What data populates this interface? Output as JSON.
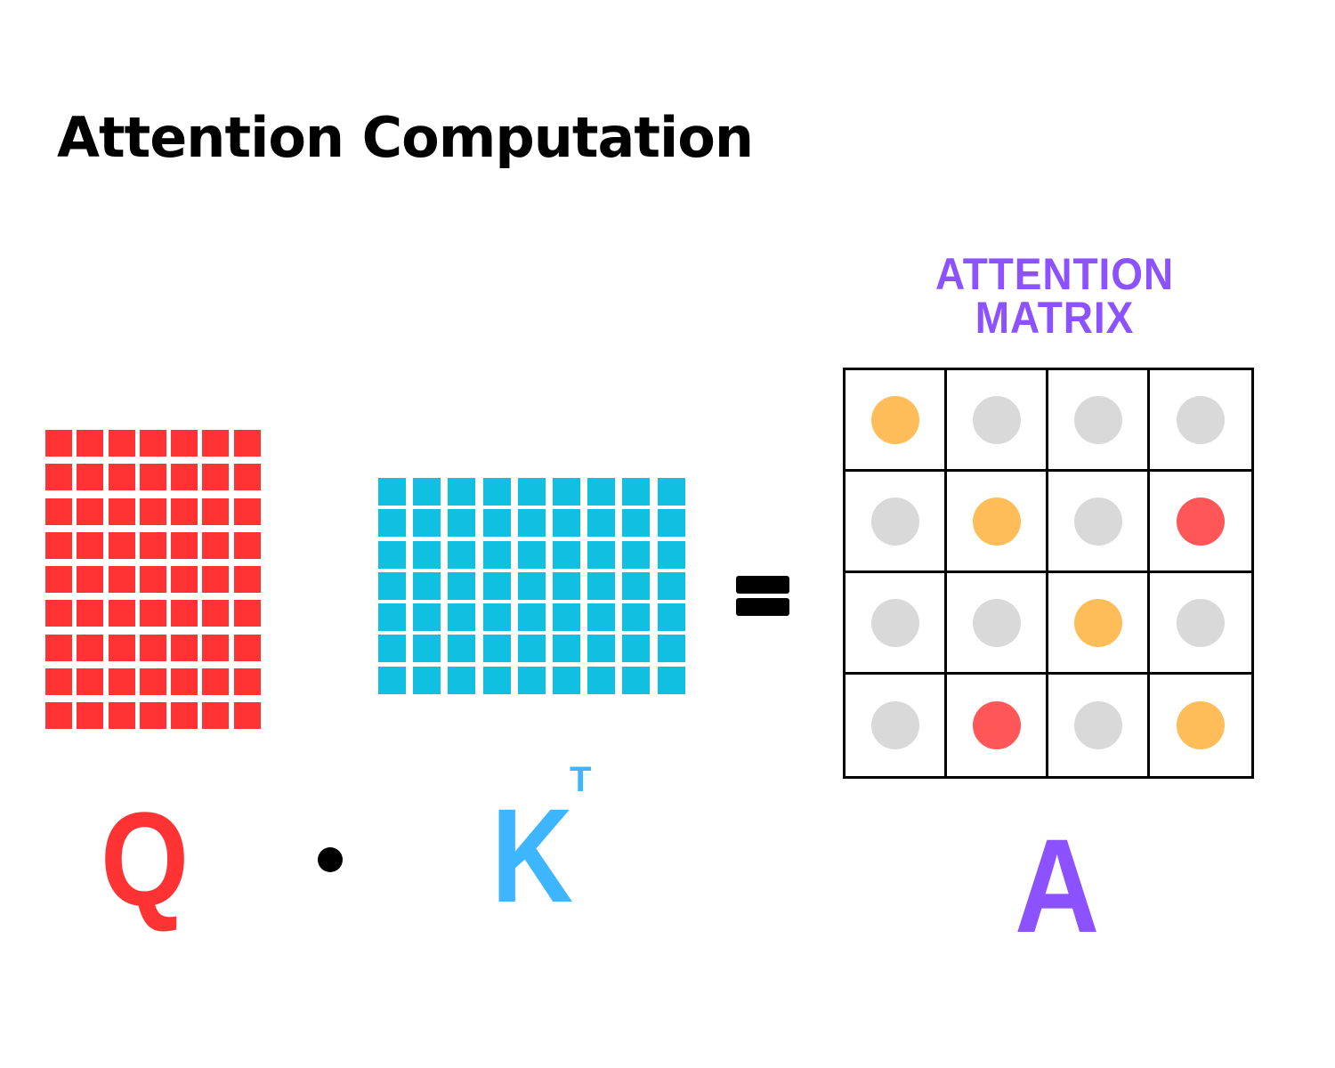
{
  "title": "Attention Computation",
  "attention_matrix_label": [
    "ATTENTION",
    "MATRIX"
  ],
  "symbols": {
    "q": "Q",
    "operator": "dot-product",
    "k": "K",
    "transpose": "T",
    "equals": "=",
    "a": "A"
  },
  "colors": {
    "q": "#ff3333",
    "k_matrix": "#11bfe0",
    "k_symbol": "#3db5ff",
    "attention": "#8c52ff",
    "diagonal": "#ffbd59",
    "highlight": "#ff5757",
    "neutral": "#d9d9d9"
  },
  "q_matrix": {
    "rows": 9,
    "cols": 7
  },
  "k_matrix": {
    "rows": 7,
    "cols": 9
  },
  "attention_matrix": [
    [
      "diagonal",
      "neutral",
      "neutral",
      "neutral"
    ],
    [
      "neutral",
      "diagonal",
      "neutral",
      "highlight"
    ],
    [
      "neutral",
      "neutral",
      "diagonal",
      "neutral"
    ],
    [
      "neutral",
      "highlight",
      "neutral",
      "diagonal"
    ]
  ]
}
